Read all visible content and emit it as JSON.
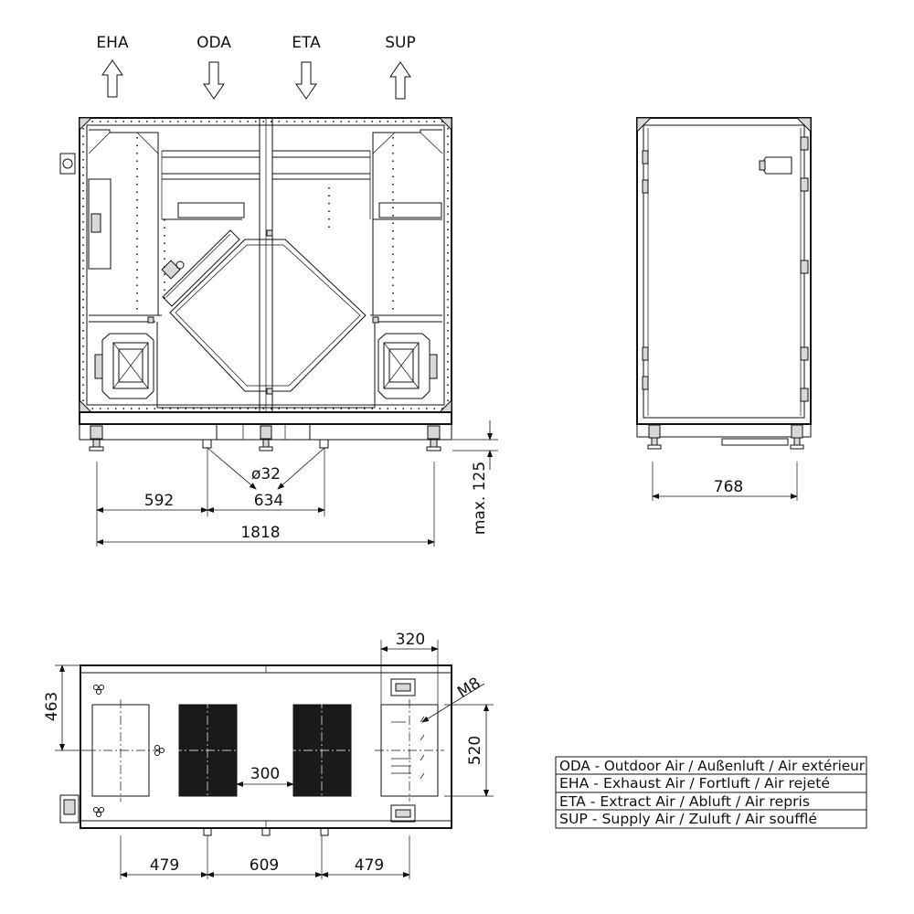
{
  "airflow": {
    "eha": "EHA",
    "oda": "ODA",
    "eta": "ETA",
    "sup": "SUP"
  },
  "dimensions": {
    "diameter": "ø32",
    "d592": "592",
    "d634": "634",
    "d1818": "1818",
    "max125": "max. 125",
    "d768": "768",
    "d320": "320",
    "m8": "M8",
    "d463": "463",
    "d520": "520",
    "d300": "300",
    "d479_left": "479",
    "d609": "609",
    "d479_right": "479"
  },
  "legend": [
    "ODA - Outdoor Air / Außenluft / Air extérieur",
    "EHA - Exhaust Air / Fortluft / Air rejeté",
    "ETA - Extract Air / Abluft / Air repris",
    "SUP - Supply Air / Zuluft / Air soufflé"
  ]
}
